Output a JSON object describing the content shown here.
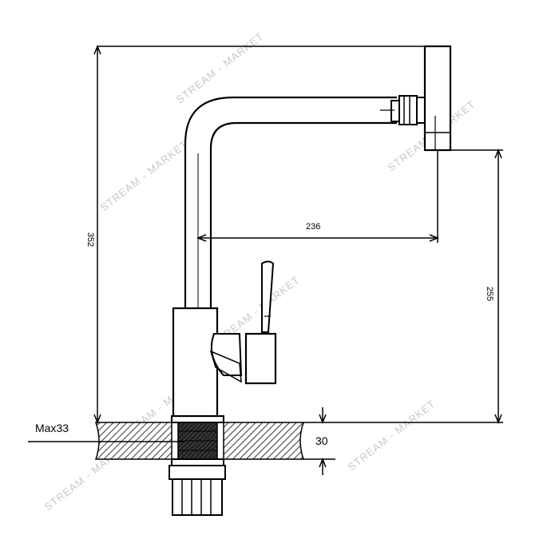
{
  "drawing": {
    "dimensions": {
      "total_height": "352",
      "spout_reach": "236",
      "spout_height": "255",
      "max_thickness": "Max33",
      "counter_thickness": "30"
    },
    "watermark": {
      "text": "STREAM - MARKET"
    },
    "colors": {
      "line": "#000000",
      "hatch": "#555555",
      "watermark": "#c8c8c8"
    }
  }
}
